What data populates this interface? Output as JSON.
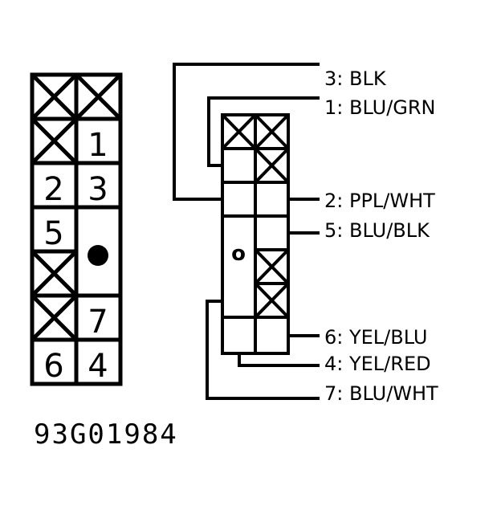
{
  "diagram": {
    "left_connector": {
      "rows": [
        [
          "X",
          "X"
        ],
        [
          "X",
          "1"
        ],
        [
          "2",
          "3"
        ],
        [
          "5",
          "dot"
        ],
        [
          "X",
          ""
        ],
        [
          "X",
          "7"
        ],
        [
          "6",
          "4"
        ]
      ]
    },
    "right_connector": {
      "center_marker": "o"
    },
    "wire_labels": {
      "w3": "3: BLK",
      "w1": "1: BLU/GRN",
      "w2": "2: PPL/WHT",
      "w5": "5: BLU/BLK",
      "w6": "6: YEL/BLU",
      "w4": "4: YEL/RED",
      "w7": "7: BLU/WHT"
    },
    "figure_code": "93G01984"
  }
}
